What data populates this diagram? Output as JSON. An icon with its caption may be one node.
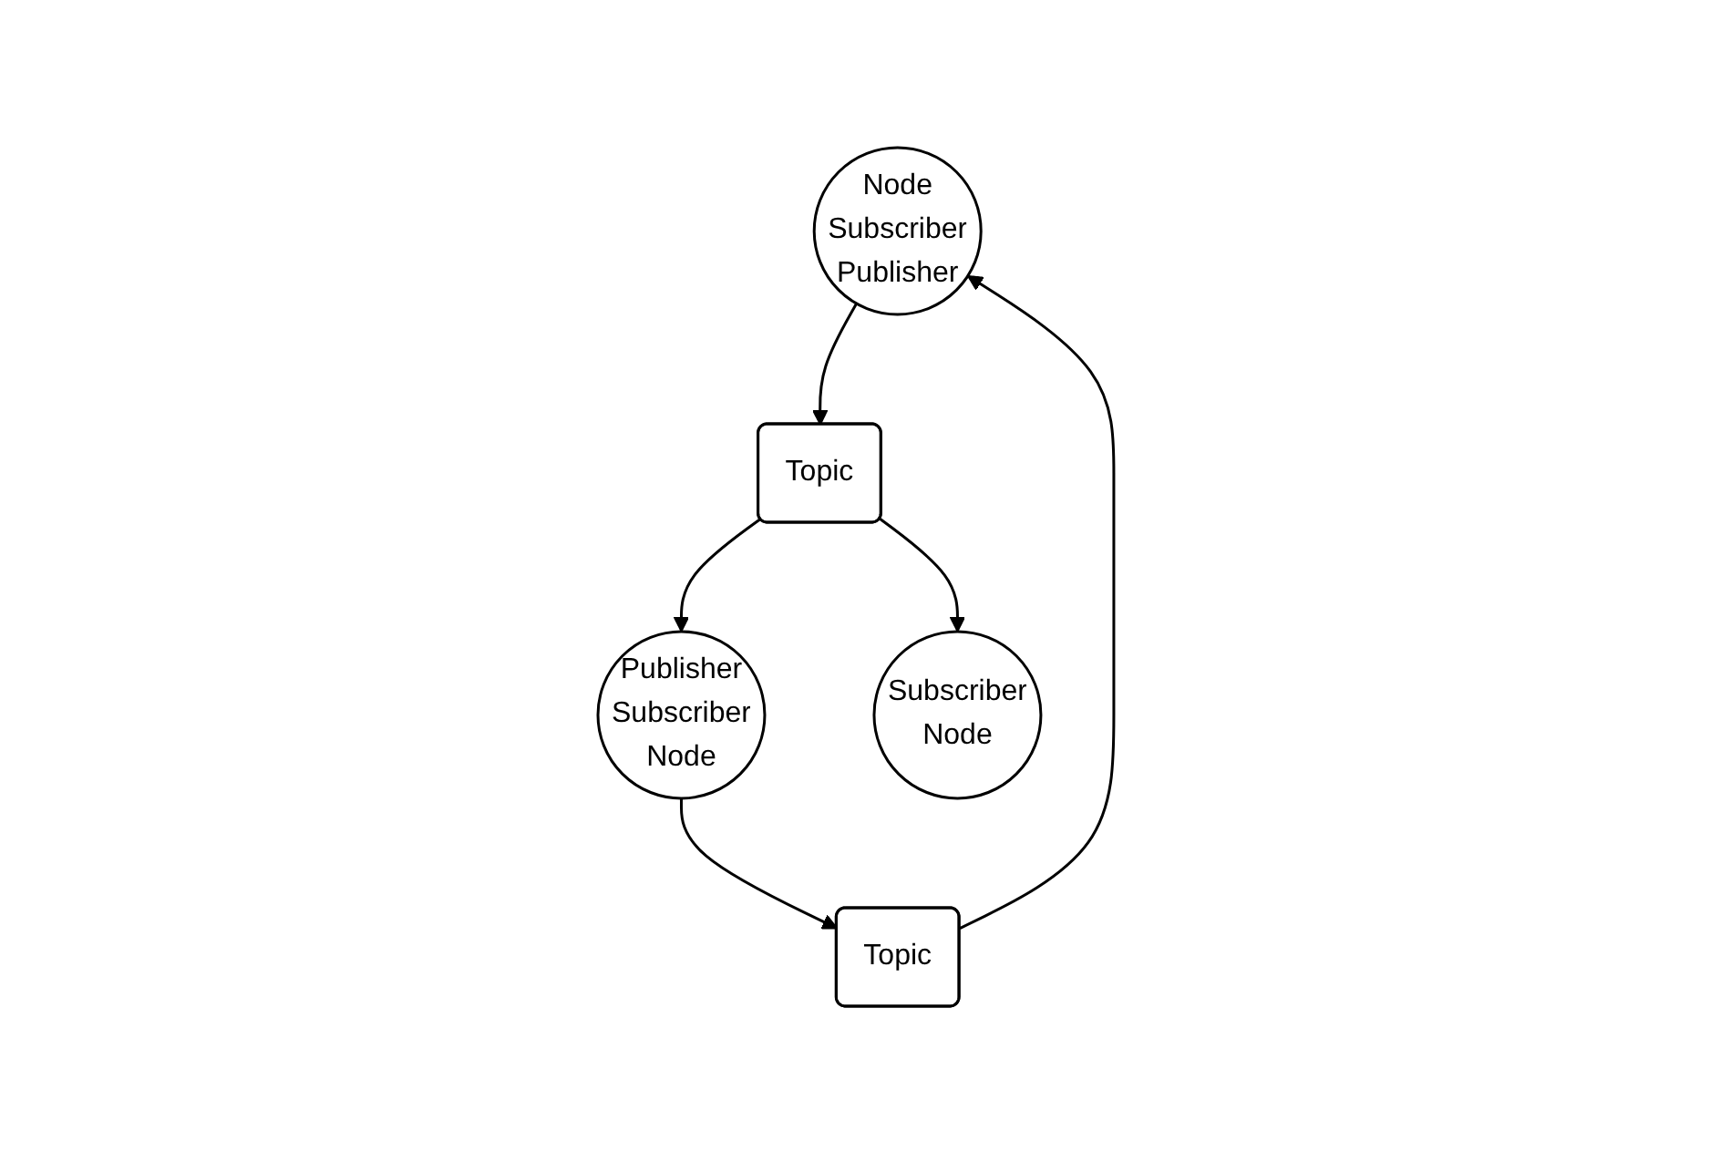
{
  "diagram": {
    "nodes": [
      {
        "text": [
          "Node",
          "Subscriber",
          "Publisher"
        ]
      },
      {
        "text": [
          "Topic"
        ]
      },
      {
        "text": [
          "Topic"
        ]
      },
      {
        "text": [
          "Publisher",
          "Subscriber",
          "Node"
        ]
      },
      {
        "text": [
          "Subscriber",
          "Node"
        ]
      }
    ],
    "edges": [
      {
        "from": 1,
        "to": 0,
        "arrow": "to"
      },
      {
        "from": 0,
        "to": 2,
        "arrow": "to"
      },
      {
        "from": 2,
        "to": 3,
        "arrow": "to"
      },
      {
        "from": 2,
        "to": 4,
        "arrow": "to"
      },
      {
        "from": 3,
        "to": 1,
        "arrow": "to"
      }
    ]
  }
}
